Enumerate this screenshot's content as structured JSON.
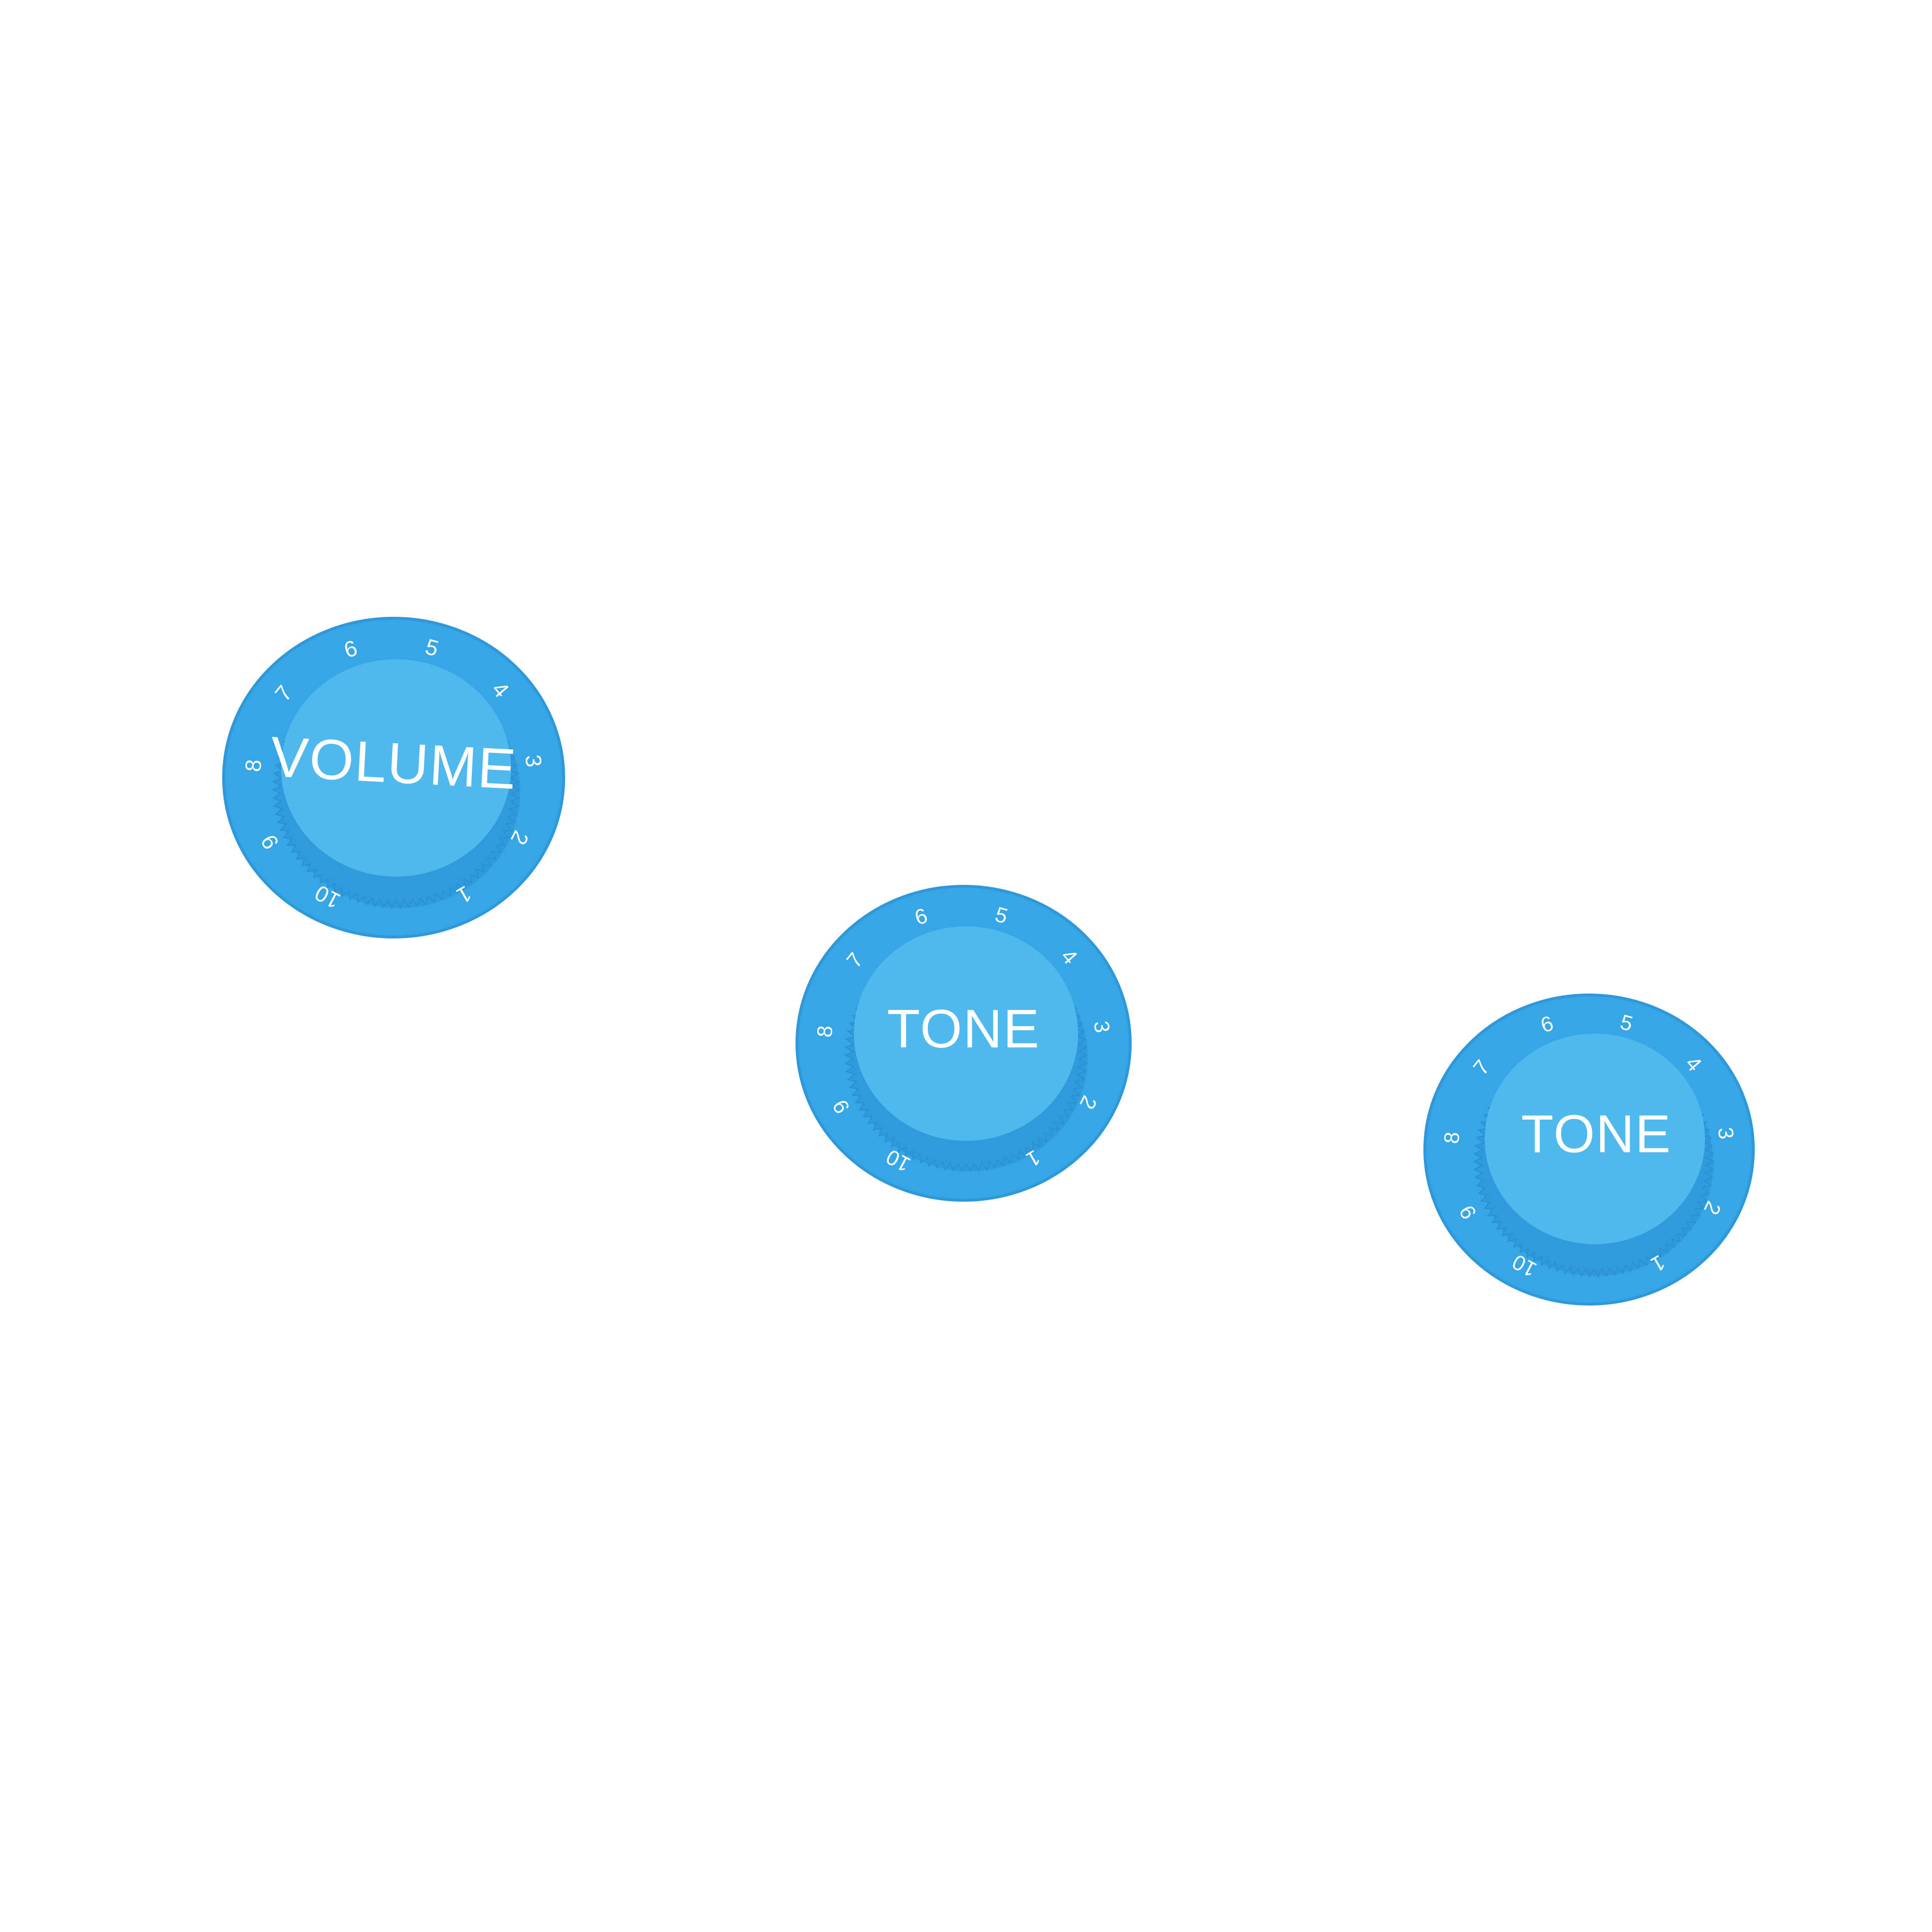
{
  "photo": {
    "background_color": "#ffffff",
    "colors": {
      "skirt": "#36a6e6",
      "skirt_edge": "#2e98da",
      "cap": "#46b2ea",
      "cap_top": "#4fb9ee",
      "knurl": "#2f9bdd",
      "ink": "#ffffff"
    },
    "knobs": [
      {
        "id": "volume",
        "label": "VOLUME",
        "numbers": [
          "1",
          "2",
          "3",
          "4",
          "5",
          "6",
          "7",
          "8",
          "9",
          "10"
        ]
      },
      {
        "id": "tone-1",
        "label": "TONE",
        "numbers": [
          "1",
          "2",
          "3",
          "4",
          "5",
          "6",
          "7",
          "8",
          "9",
          "10"
        ]
      },
      {
        "id": "tone-2",
        "label": "TONE",
        "numbers": [
          "1",
          "2",
          "3",
          "4",
          "5",
          "6",
          "7",
          "8",
          "9",
          "10"
        ]
      }
    ]
  }
}
